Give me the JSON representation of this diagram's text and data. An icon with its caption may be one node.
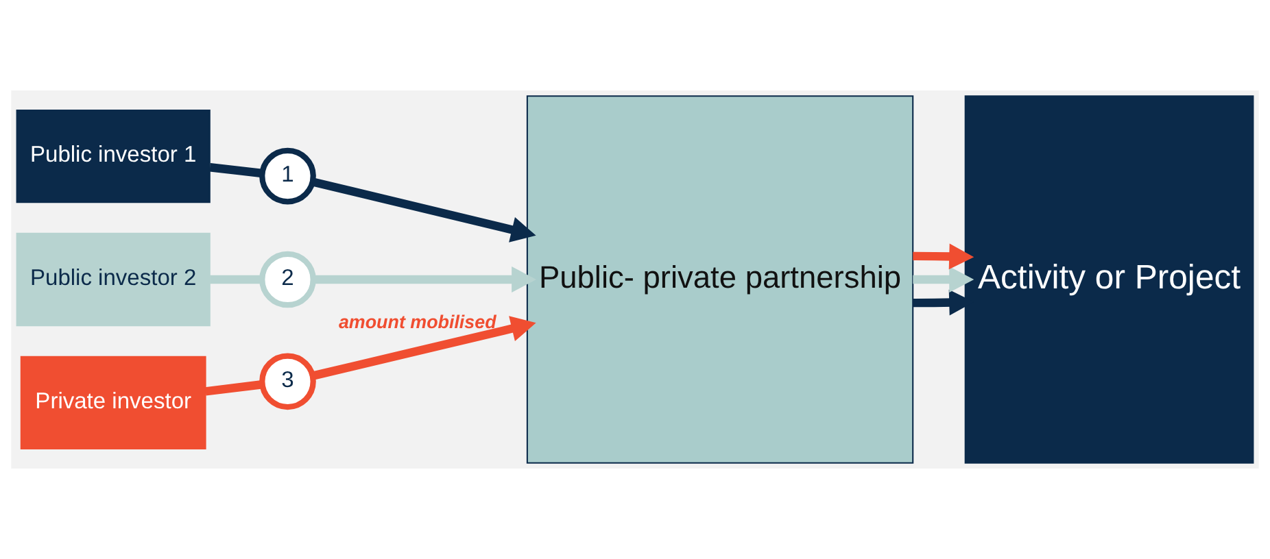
{
  "diagram": {
    "nodes": [
      {
        "text": [
          "Public investor 1"
        ]
      },
      {
        "text": [
          "Public investor 2"
        ]
      },
      {
        "text": [
          "Private investor"
        ]
      },
      {
        "text": [
          "Public- private partnership"
        ]
      },
      {
        "text": [
          "Activity or Project"
        ]
      },
      {
        "text": [
          "1"
        ]
      },
      {
        "text": [
          "2"
        ]
      },
      {
        "text": [
          "3"
        ]
      }
    ],
    "edges": [
      {
        "from": 0,
        "to": 5,
        "arrow": "none",
        "color": "#0b2a4a"
      },
      {
        "from": 5,
        "to": 3,
        "arrow": "to",
        "color": "#0b2a4a"
      },
      {
        "from": 1,
        "to": 6,
        "arrow": "none",
        "color": "#b7d3d0"
      },
      {
        "from": 6,
        "to": 3,
        "arrow": "to",
        "color": "#b7d3d0"
      },
      {
        "from": 2,
        "to": 7,
        "arrow": "none",
        "color": "#f04e31"
      },
      {
        "from": 7,
        "to": 3,
        "arrow": "to",
        "color": "#f04e31",
        "label": "amount mobilised"
      },
      {
        "from": 3,
        "to": 4,
        "arrow": "to",
        "color": "#0b2a4a"
      },
      {
        "from": 3,
        "to": 4,
        "arrow": "to",
        "color": "#b7d3d0"
      },
      {
        "from": 3,
        "to": 4,
        "arrow": "to",
        "color": "#f04e31"
      }
    ]
  }
}
